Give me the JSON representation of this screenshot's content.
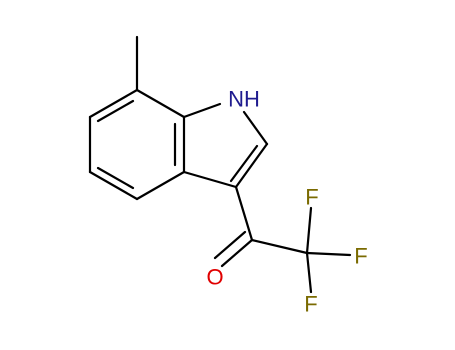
{
  "molecule": {
    "atoms": [
      {
        "label": "NH",
        "color": "#1f1b8f"
      },
      {
        "label": "O",
        "color": "#e00000"
      },
      {
        "label": "F",
        "color": "#7a6a00"
      },
      {
        "label": "F",
        "color": "#7a6a00"
      },
      {
        "label": "F",
        "color": "#7a6a00"
      }
    ]
  }
}
